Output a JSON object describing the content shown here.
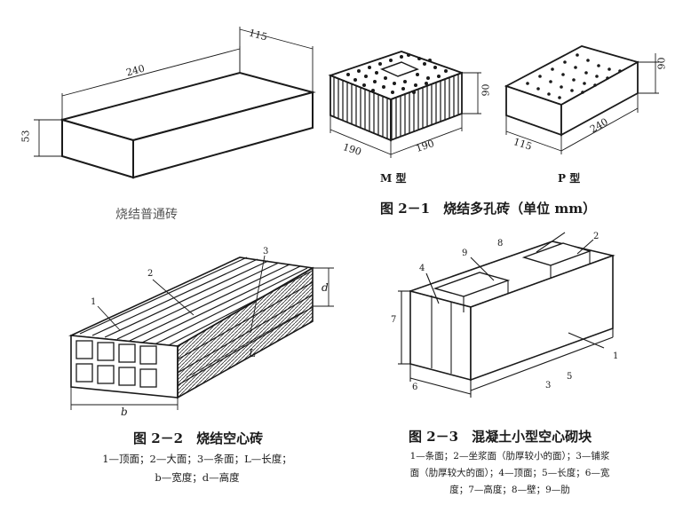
{
  "fig_common": {
    "caption": "烧结普通砖",
    "dim_length": "240",
    "dim_width": "115",
    "dim_height": "53"
  },
  "fig_2_1": {
    "caption": "图 2－1　烧结多孔砖（单位 mm）",
    "m_type": {
      "label": "M 型",
      "dim_a": "190",
      "dim_b": "190",
      "dim_h": "90"
    },
    "p_type": {
      "label": "P 型",
      "dim_length": "240",
      "dim_width": "115",
      "dim_h": "90"
    }
  },
  "fig_2_2": {
    "caption": "图 2－2　烧结空心砖",
    "legend_line1": "1—顶面；2—大面；3—条面；L—长度；",
    "legend_line2": "b—宽度；d—高度",
    "callouts": {
      "n1": "1",
      "n2": "2",
      "n3": "3",
      "L": "L",
      "b": "b",
      "d": "d"
    }
  },
  "fig_2_3": {
    "caption": "图 2－3　混凝土小型空心砌块",
    "legend_line1": "1—条面；2—坐浆面（肋厚较小的面）；3—铺浆",
    "legend_line2": "面（肋厚较大的面）；4—顶面；5—长度；6—宽",
    "legend_line3": "度；7—高度；8—壁；9—肋",
    "callouts": {
      "n1": "1",
      "n2": "2",
      "n3": "3",
      "n4": "4",
      "n5": "5",
      "n6": "6",
      "n7": "7",
      "n8": "8",
      "n9": "9"
    }
  }
}
